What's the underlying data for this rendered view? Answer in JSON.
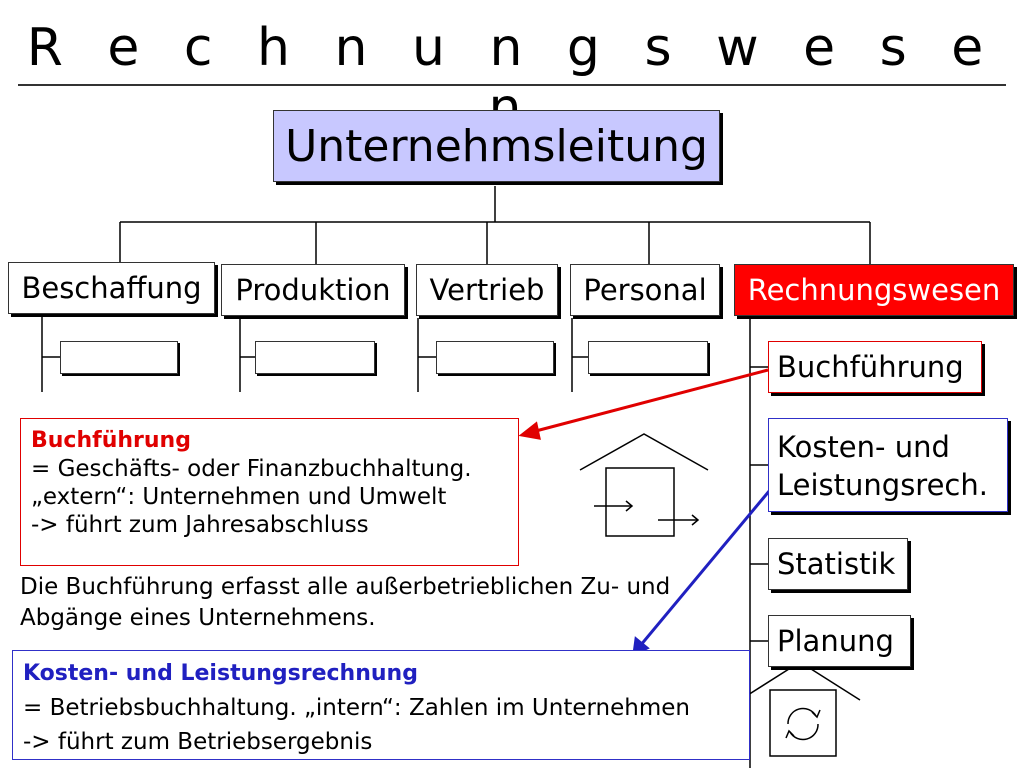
{
  "title": "R e c h n u n g s w e s e n",
  "top": {
    "label": "Unternehmsleitung"
  },
  "departments": [
    {
      "label": "Beschaffung"
    },
    {
      "label": "Produktion"
    },
    {
      "label": "Vertrieb"
    },
    {
      "label": "Personal"
    },
    {
      "label": "Rechnungswesen",
      "highlight_color": "#ff0000"
    }
  ],
  "rw_children": {
    "buchfuehrung": "Buchführung",
    "klr_line1": "Kosten- und",
    "klr_line2": "Leistungsrech.",
    "statistik": "Statistik",
    "planung": "Planung"
  },
  "info_buchfuehrung": {
    "heading": "Buchführung",
    "line1": "= Geschäfts- oder Finanzbuchhaltung.",
    "line2": "„extern“: Unternehmen und Umwelt",
    "line3": "-> führt zum Jahresabschluss",
    "border_color": "#e00000"
  },
  "description": {
    "line1": "Die Buchführung erfasst alle außerbetrieblichen Zu- und",
    "line2": "Abgänge eines Unternehmens."
  },
  "info_klr": {
    "heading": "Kosten- und Leistungsrechnung",
    "line1": "= Betriebsbuchhaltung. „intern“: Zahlen im Unternehmen",
    "line2": "-> führt zum Betriebsergebnis",
    "border_color": "#3030c8"
  },
  "icons": [
    "house-inout-icon",
    "house-cycle-icon"
  ]
}
